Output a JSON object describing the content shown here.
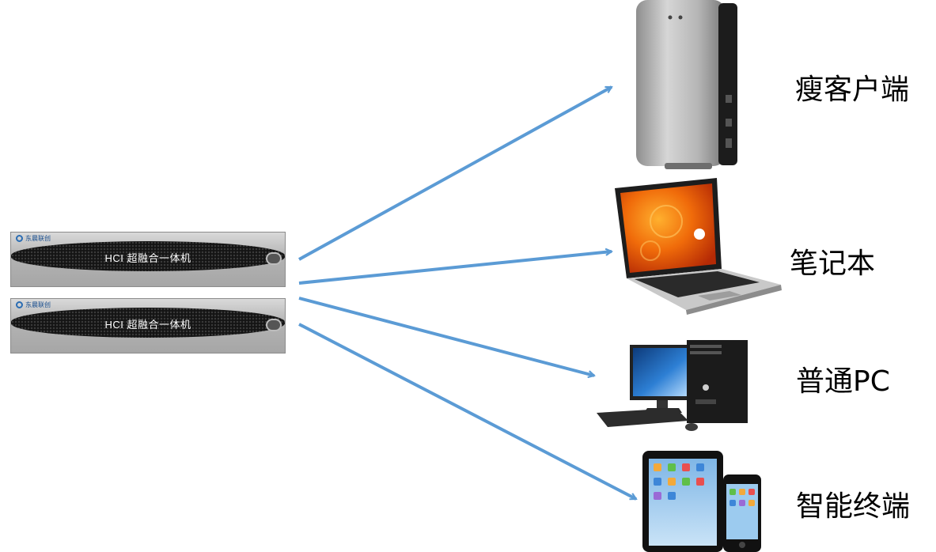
{
  "servers": [
    {
      "brand": "东晨联创",
      "label": "HCI 超融合一体机"
    },
    {
      "brand": "东晨联创",
      "label": "HCI 超融合一体机"
    }
  ],
  "devices": [
    {
      "label": "瘦客户端",
      "icon": "thin-client-icon"
    },
    {
      "label": "笔记本",
      "icon": "laptop-icon"
    },
    {
      "label": "普通PC",
      "icon": "desktop-pc-icon"
    },
    {
      "label": "智能终端",
      "icon": "tablet-phone-icon"
    }
  ],
  "colors": {
    "arrow": "#5b9bd5",
    "mesh": "#141414",
    "brand": "#1a4f8f"
  }
}
